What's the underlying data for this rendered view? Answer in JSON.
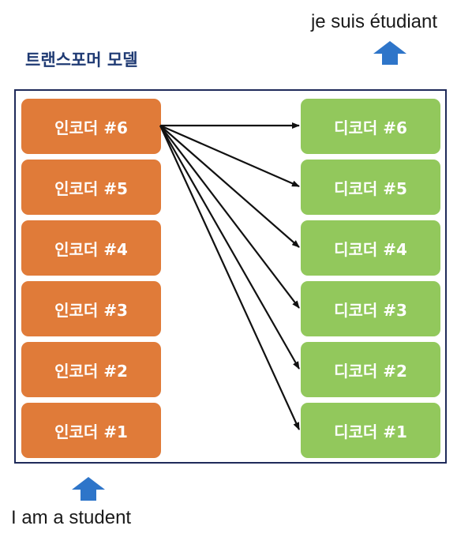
{
  "output_sentence": "je suis étudiant",
  "input_sentence": "I am a student",
  "model_title": "트랜스포머 모델",
  "encoders": [
    {
      "label": "인코더 #6"
    },
    {
      "label": "인코더 #5"
    },
    {
      "label": "인코더 #4"
    },
    {
      "label": "인코더 #3"
    },
    {
      "label": "인코더 #2"
    },
    {
      "label": "인코더 #1"
    }
  ],
  "decoders": [
    {
      "label": "디코더 #6"
    },
    {
      "label": "디코더 #5"
    },
    {
      "label": "디코더 #4"
    },
    {
      "label": "디코더 #3"
    },
    {
      "label": "디코더 #2"
    },
    {
      "label": "디코더 #1"
    }
  ],
  "colors": {
    "encoder": "#e07b39",
    "decoder": "#92c85c",
    "arrow": "#2e75c9",
    "frame": "#1f2a5a",
    "title": "#1f3a73"
  },
  "icons": {
    "output_arrow": "arrow-up-icon",
    "input_arrow": "arrow-up-icon"
  }
}
